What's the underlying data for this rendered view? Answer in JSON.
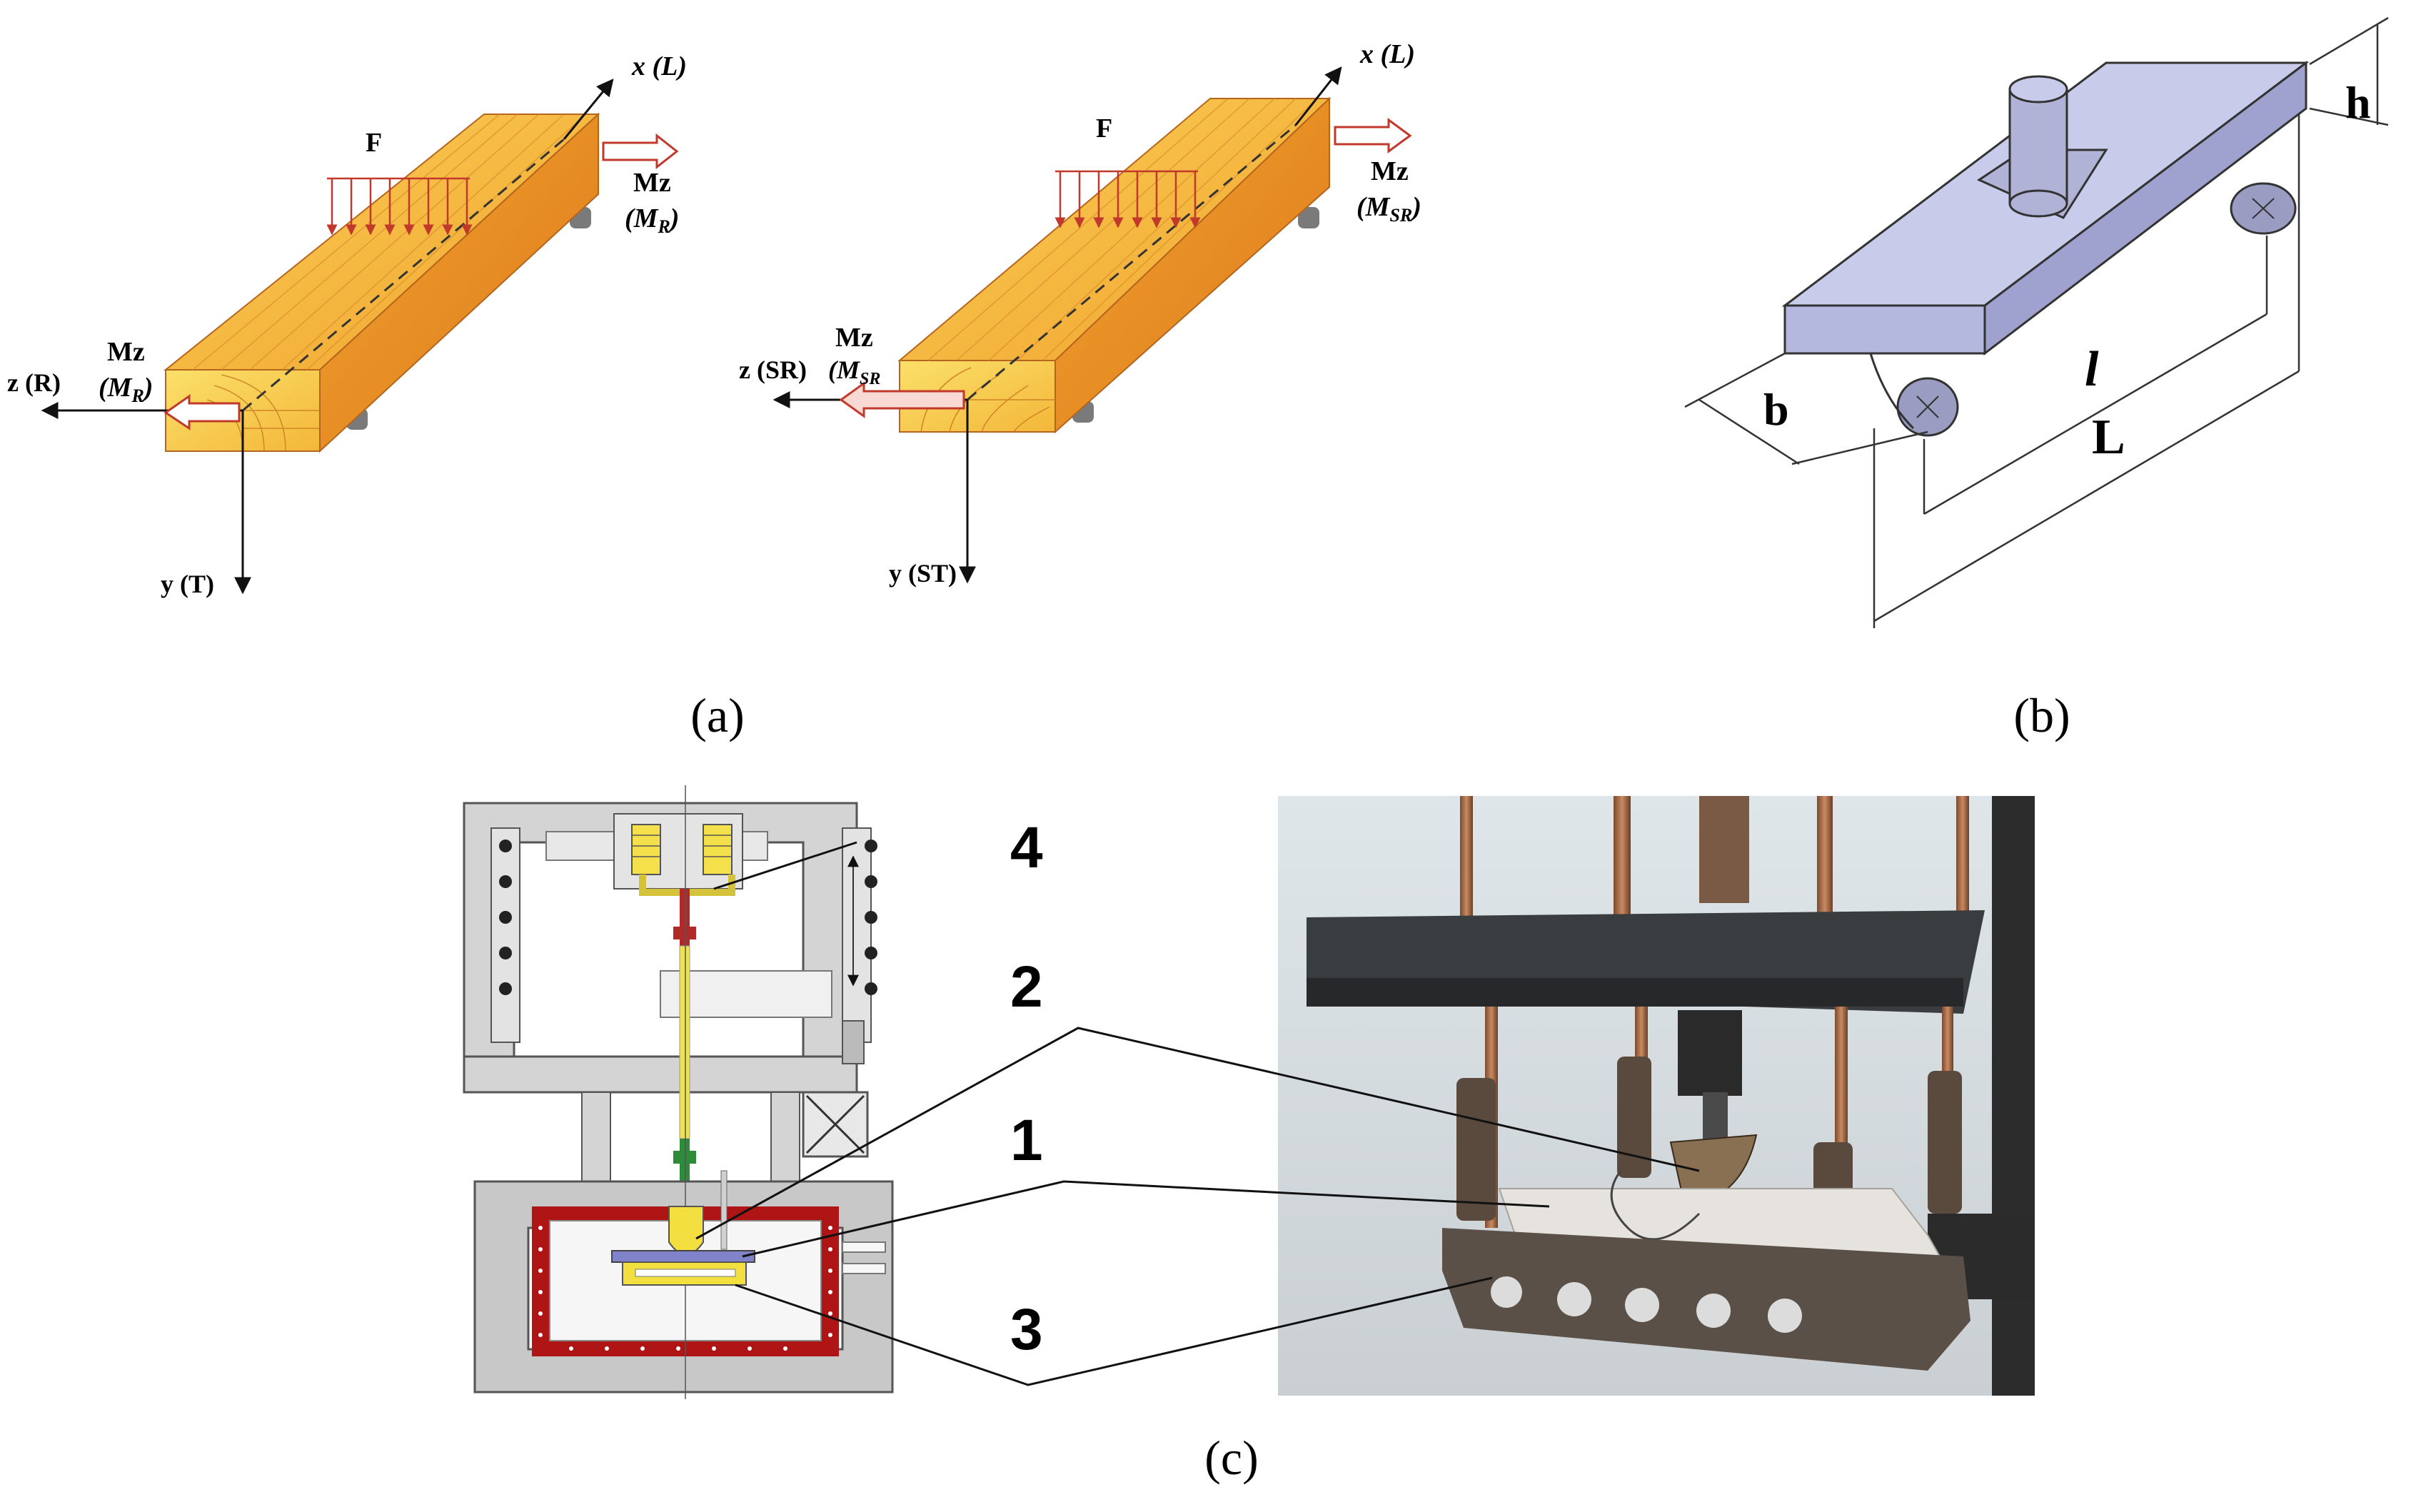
{
  "panel_a": {
    "caption": "(a)",
    "left_beam": {
      "force": "F",
      "axis_x": "x (L)",
      "axis_z": "z (R)",
      "axis_y": "y (T)",
      "moment_right_1": "Mz",
      "moment_right_2": "(M",
      "moment_right_sub": "R",
      "moment_left_1": "Mz",
      "moment_left_2": "(M",
      "moment_left_sub": "R"
    },
    "right_beam": {
      "force": "F",
      "axis_x": "x (L)",
      "axis_z": "z (SR)",
      "axis_y": "y (ST)",
      "moment_right_1": "Mz",
      "moment_right_2": "(M",
      "moment_right_sub": "SR",
      "moment_left_1": "Mz",
      "moment_left_2": "(M",
      "moment_left_sub": "SR"
    }
  },
  "panel_b": {
    "caption": "(b)",
    "dim_h": "h",
    "dim_b": "b",
    "dim_l": "l",
    "dim_L": "L"
  },
  "panel_c": {
    "caption": "(c)",
    "label_1": "1",
    "label_2": "2",
    "label_3": "3",
    "label_4": "4"
  },
  "colors": {
    "beam_top": "#f3b13a",
    "beam_side": "#e8891f",
    "beam_end": "#f8d24a",
    "arrow_red": "#c0392b",
    "specimen_b": "#b9bbe0",
    "heater_red": "#b01515"
  }
}
